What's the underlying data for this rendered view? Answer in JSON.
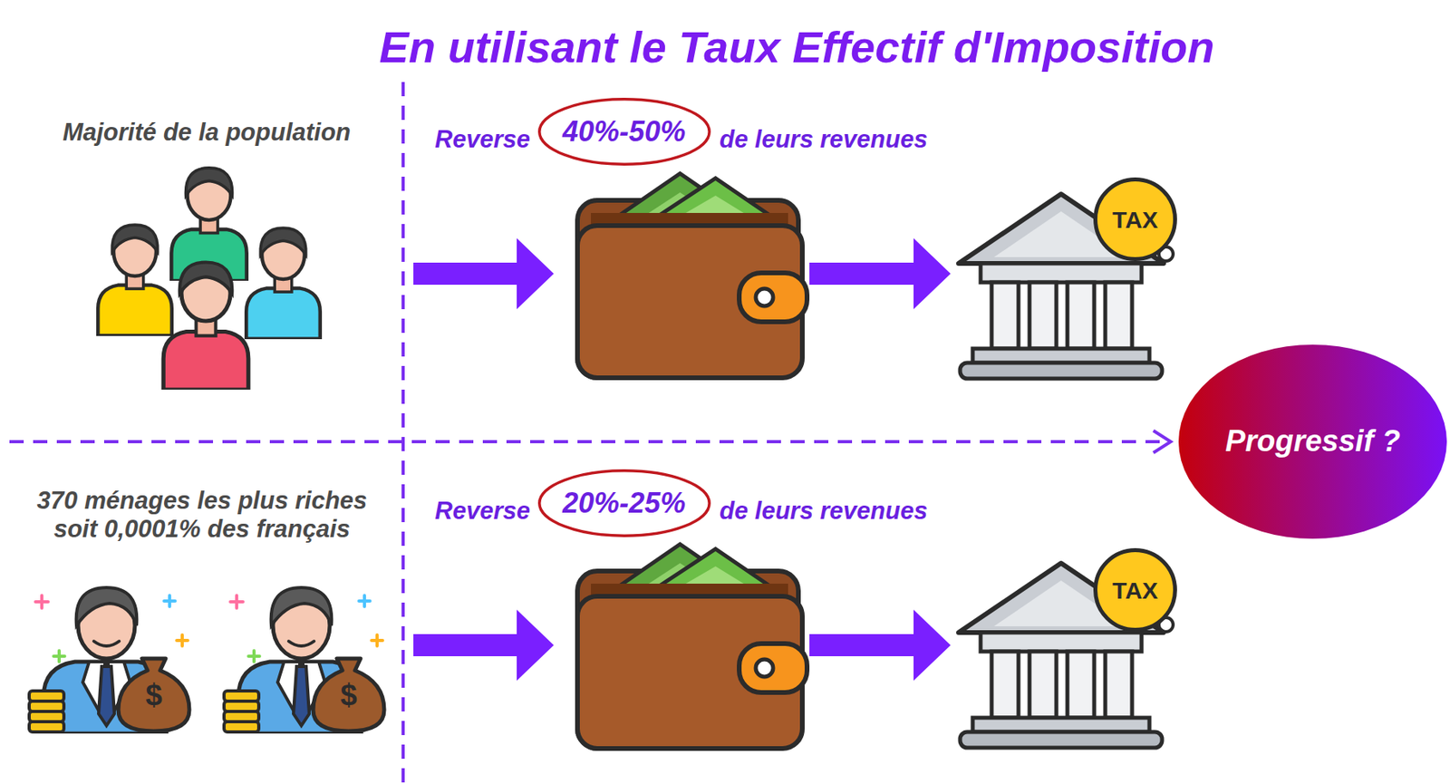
{
  "diagram": {
    "title": "En utilisant le Taux Effectif d'Imposition",
    "nodes": [
      {
        "text": [
          "40%-50%"
        ]
      },
      {
        "text": [
          "TAX"
        ]
      },
      {
        "text": [
          "Progressif ?"
        ]
      },
      {
        "text": [
          "20%-25%"
        ]
      },
      {
        "text": [
          "TAX"
        ]
      }
    ],
    "labels": [
      "Majorité de la population",
      "Reverse",
      "de leurs revenues",
      "370 ménages les plus riches soit 0,0001% des français",
      "Reverse",
      "de leurs revenues",
      "$",
      "$"
    ]
  }
}
